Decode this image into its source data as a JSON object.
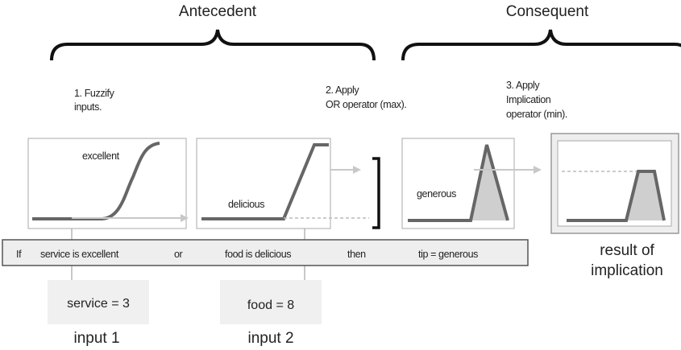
{
  "headers": {
    "antecedent": "Antecedent",
    "consequent": "Consequent"
  },
  "steps": {
    "step1": [
      "1. Fuzzify",
      "inputs."
    ],
    "step2": [
      "2. Apply",
      "OR operator (max)."
    ],
    "step3": [
      "3. Apply",
      "Implication",
      "operator (min)."
    ]
  },
  "plots": {
    "excellent": "excellent",
    "delicious": "delicious",
    "generous": "generous"
  },
  "rule": {
    "if": "If",
    "service": "service is excellent",
    "or": "or",
    "food": "food is delicious",
    "then": "then",
    "tip": "tip = generous"
  },
  "inputs": {
    "service_box": "service = 3",
    "food_box": "food = 8",
    "input1": "input 1",
    "input2": "input 2"
  },
  "result": [
    "result of",
    "implication"
  ],
  "colors": {
    "curve": "#666666",
    "arrow": "#c8c8c8",
    "fill": "#cfcfcf",
    "rule_bar": "#eeeeee",
    "input_box": "#f0f0f0"
  }
}
